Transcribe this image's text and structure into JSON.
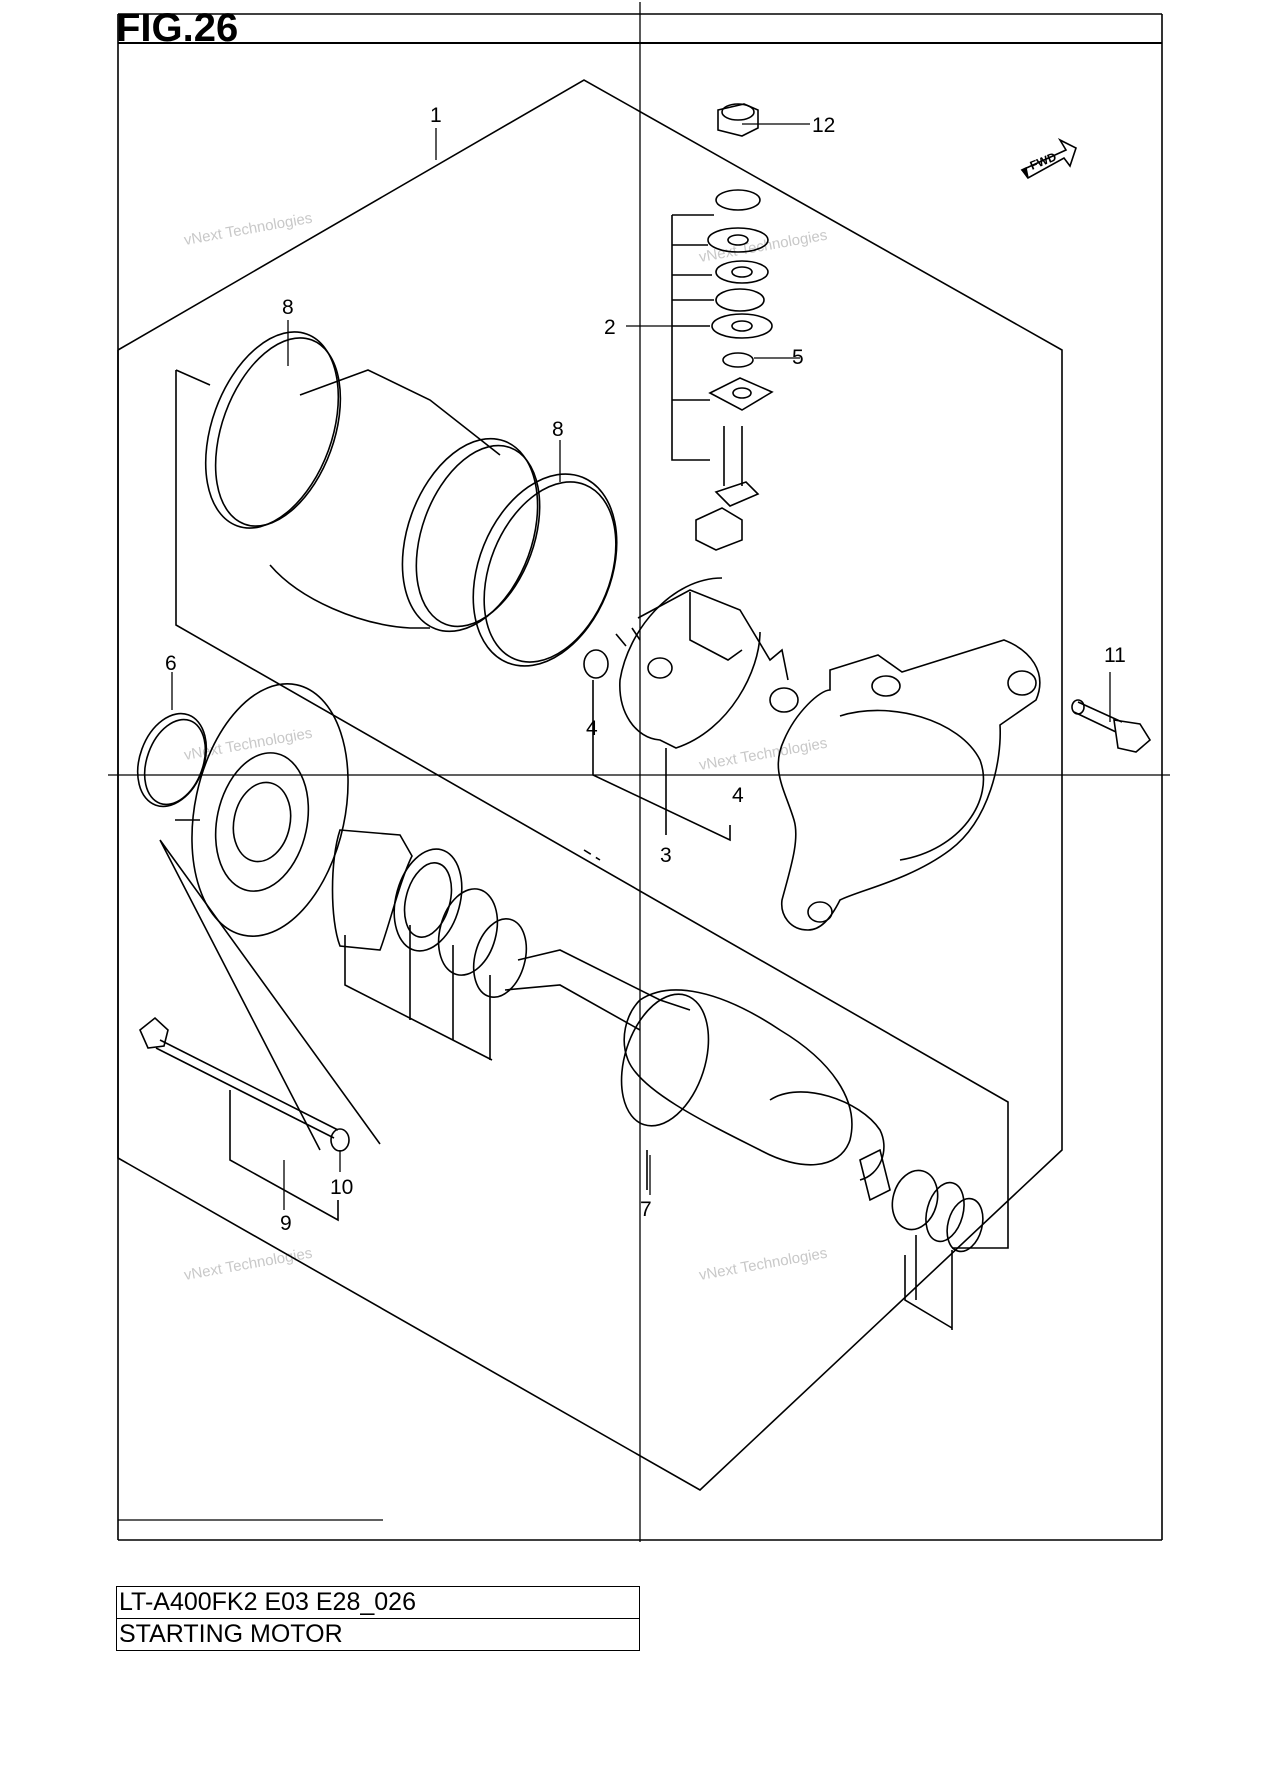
{
  "figure": {
    "title": "FIG.26",
    "fwd_label": "FWD",
    "watermark": "vNext Technologies"
  },
  "callouts": [
    {
      "id": "c1",
      "label": "1"
    },
    {
      "id": "c2",
      "label": "2"
    },
    {
      "id": "c3",
      "label": "3"
    },
    {
      "id": "c4a",
      "label": "4"
    },
    {
      "id": "c4b",
      "label": "4"
    },
    {
      "id": "c5",
      "label": "5"
    },
    {
      "id": "c6",
      "label": "6"
    },
    {
      "id": "c7",
      "label": "7"
    },
    {
      "id": "c8a",
      "label": "8"
    },
    {
      "id": "c8b",
      "label": "8"
    },
    {
      "id": "c9",
      "label": "9"
    },
    {
      "id": "c10",
      "label": "10"
    },
    {
      "id": "c11",
      "label": "11"
    },
    {
      "id": "c12",
      "label": "12"
    }
  ],
  "info_table": {
    "model_code": "LT-A400FK2 E03 E28_026",
    "section_name": "STARTING MOTOR"
  },
  "colors": {
    "line": "#000000",
    "background": "#ffffff",
    "watermark": "#c8c8c8"
  }
}
